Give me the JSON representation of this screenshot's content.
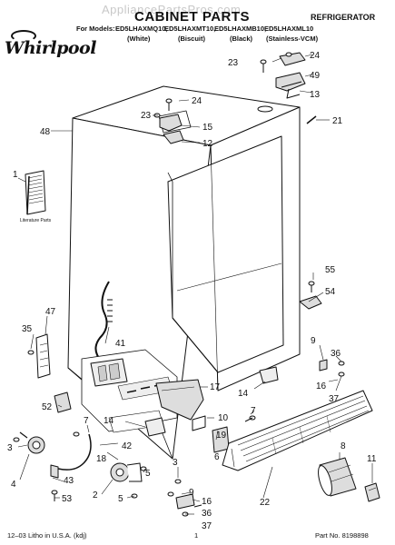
{
  "header": {
    "watermark": "AppliancePartsPros.com",
    "title": "CABINET PARTS",
    "category": "REFRIGERATOR",
    "models_label": "For Models:",
    "models": [
      "ED5LHAXMQ10,",
      "ED5LHAXMT10,",
      "ED5LHAXMB10,",
      "ED5LHAXML10"
    ],
    "colors": [
      "(White)",
      "(Biscuit)",
      "(Black)",
      "(Stainless-VCM)"
    ],
    "brand": "Whirlpool",
    "brand_icon": "whirlpool-swirl-icon"
  },
  "callouts": {
    "c24a": "24",
    "c23a": "23",
    "c49": "49",
    "c13": "13",
    "c24b": "24",
    "c23b": "23",
    "c15": "15",
    "c12": "12",
    "c48": "48",
    "c21": "21",
    "c1": "1",
    "c55": "55",
    "c54": "54",
    "c47": "47",
    "c35": "35",
    "c41": "41",
    "c9a": "9",
    "c36a": "36",
    "c17": "17",
    "c16a": "16",
    "c14a": "14",
    "c37a": "37",
    "c52": "52",
    "c7a": "7",
    "c7b": "7",
    "c10": "10",
    "c14b": "14",
    "c19": "19",
    "c42": "42",
    "c18": "18",
    "c6": "6",
    "c8": "8",
    "c11": "11",
    "c3": "3",
    "c43": "43",
    "c4": "4",
    "c53": "53",
    "c2": "2",
    "c5a": "5",
    "c5b": "5",
    "c9b": "9",
    "c16b": "16",
    "c36b": "36",
    "c37b": "37",
    "c22": "22"
  },
  "literature_label": "Literature Parts",
  "footer": {
    "left": "12–03 Litho in U.S.A. (kdj)",
    "center": "1",
    "right": "Part No. 8198898"
  }
}
